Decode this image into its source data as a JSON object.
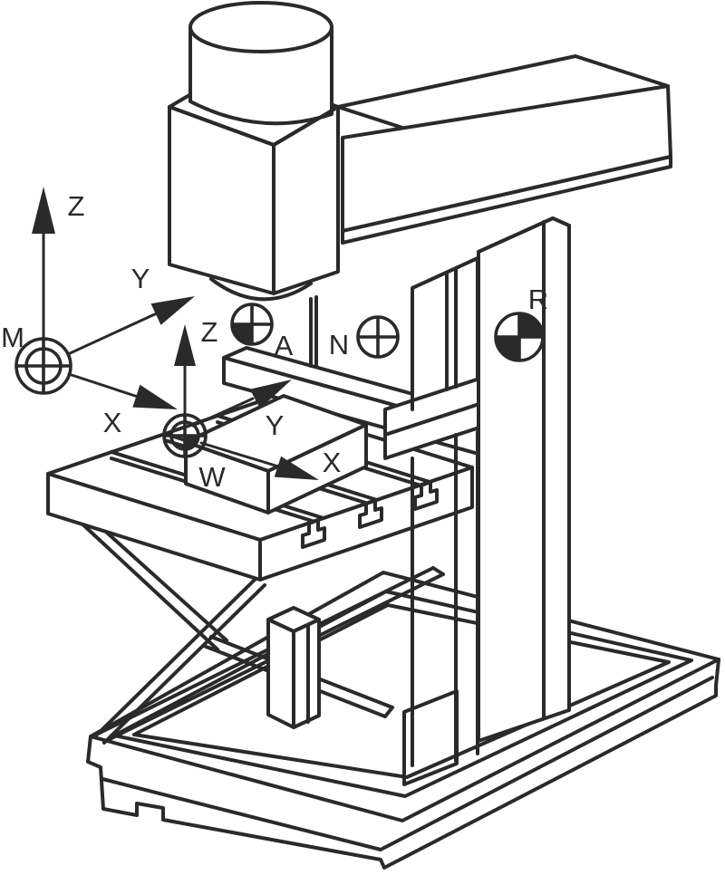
{
  "labels": {
    "machine_zero": "M",
    "workpiece_zero": "W",
    "tool_point": "A",
    "mount_point": "N",
    "reference_point": "R",
    "machine_axes": {
      "x": "X",
      "y": "Y",
      "z": "Z"
    },
    "workpiece_axes": {
      "x": "X",
      "y": "Y",
      "z": "Z"
    }
  },
  "colors": {
    "line": "#2a2a2a",
    "background": "#ffffff"
  }
}
